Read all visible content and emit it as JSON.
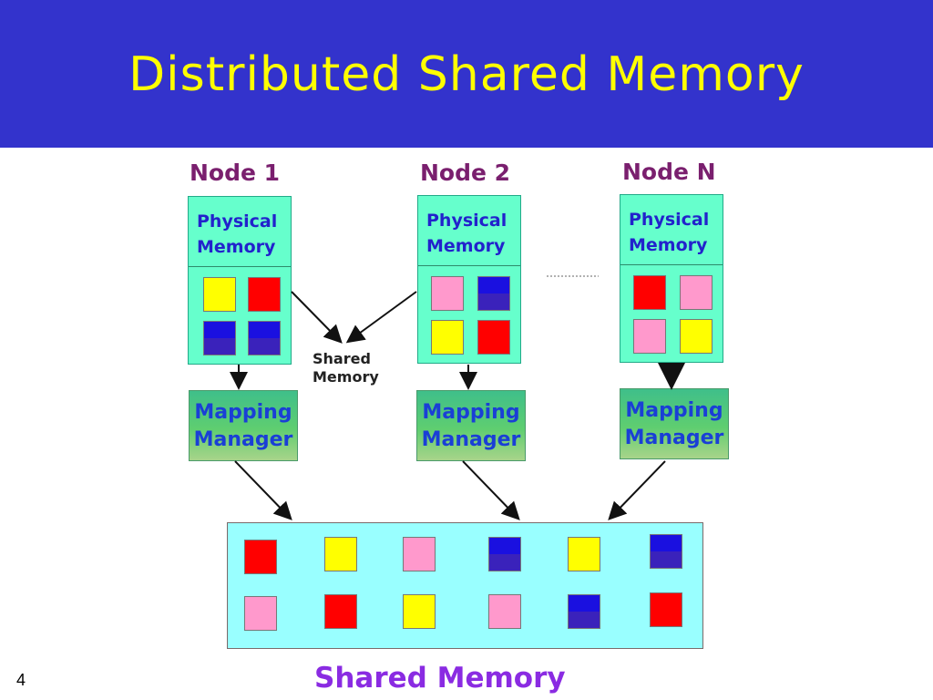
{
  "slide": {
    "title": "Distributed Shared Memory",
    "page_number": "4"
  },
  "nodes": [
    {
      "label": "Node 1",
      "memory_label": "Physical\nMemory",
      "mapping_label": "Mapping\nManager",
      "blocks": [
        "yellow",
        "red",
        "blue",
        "blue"
      ]
    },
    {
      "label": "Node 2",
      "memory_label": "Physical\nMemory",
      "mapping_label": "Mapping\nManager",
      "blocks": [
        "pink",
        "blue",
        "yellow",
        "red"
      ]
    },
    {
      "label": "Node N",
      "memory_label": "Physical\nMemory",
      "mapping_label": "Mapping\nManager",
      "blocks": [
        "red",
        "pink",
        "pink",
        "yellow"
      ]
    }
  ],
  "shared_memory_callout": "Shared\nMemory",
  "shared_memory_title": "Shared Memory",
  "shared_blocks": {
    "row1": [
      "red",
      "yellow",
      "pink",
      "blue",
      "yellow",
      "blue"
    ],
    "row2": [
      "pink",
      "red",
      "yellow",
      "pink",
      "blue",
      "red"
    ]
  },
  "colors": {
    "title_bar": "#3333cc",
    "title_text": "#ffff00",
    "yellow": "#ffff00",
    "red": "#ff0000",
    "pink": "#ff99cc",
    "blue": "#1a10e0"
  }
}
